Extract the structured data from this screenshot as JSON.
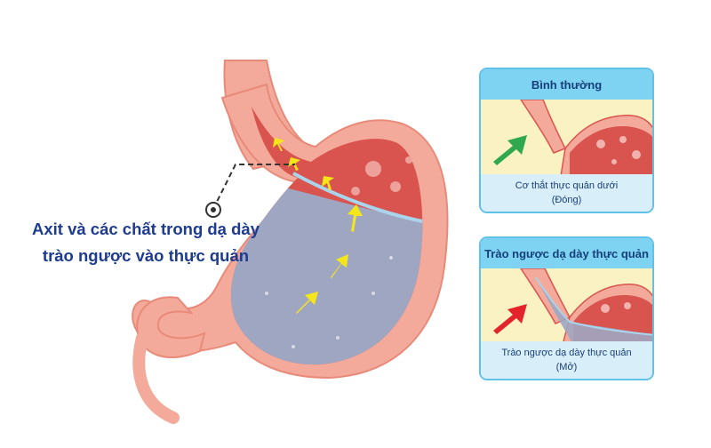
{
  "callout": {
    "line1": "Axit và các chất trong dạ dày",
    "line2": "trào ngược vào thực quản"
  },
  "panels": [
    {
      "title": "Bình thường",
      "caption_line1": "Cơ thắt thực quản dưới",
      "caption_line2": "(Đóng)",
      "arrow_color": "#2fa84f"
    },
    {
      "title": "Trào ngược dạ dày thực quản",
      "caption_line1": "Trào ngược dạ dày thực quản",
      "caption_line2": "(Mở)",
      "arrow_color": "#e3242b"
    }
  ],
  "colors": {
    "stomach_wall": "#f4aa9a",
    "stomach_inner": "#d9544f",
    "acid": "#9fa6c1",
    "acid_arrows": "#f5e51b",
    "callout_text": "#1d3b8f",
    "panel_border": "#5fc2ea",
    "panel_header": "#7fd3f2",
    "panel_caption_bg": "#d8eef8",
    "panel_art_bg": "#fbf2c4"
  },
  "icons": [
    "callout-pointer-icon",
    "acid-arrow-icon",
    "normal-arrow-icon",
    "reflux-arrow-icon"
  ]
}
